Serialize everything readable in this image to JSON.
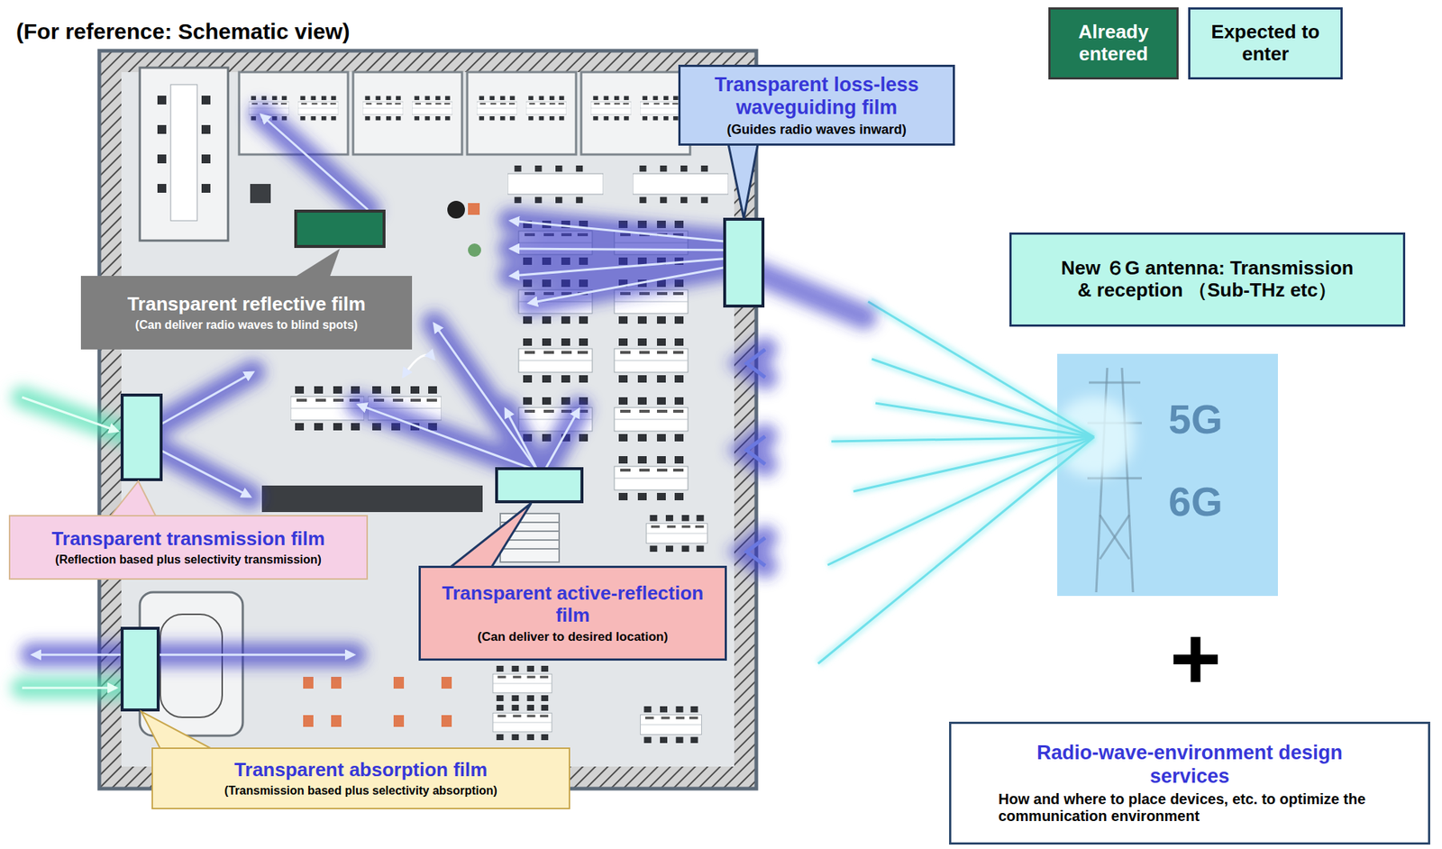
{
  "diagram": {
    "title": "(For reference: Schematic view)",
    "nodes": [
      {
        "text": [
          "Transparent loss-less waveguiding film",
          "(Guides radio waves inward)"
        ]
      },
      {
        "text": [
          "New ６G antenna: Transmission & reception （Sub-THz etc）"
        ]
      },
      {
        "text": [
          "Transparent reflective film",
          "(Can deliver radio waves to blind spots)"
        ]
      },
      {
        "text": [
          "Transparent transmission film",
          "(Reflection based plus selectivity transmission)"
        ]
      },
      {
        "text": [
          "Transparent active-reflection film",
          "(Can deliver to desired location)"
        ]
      },
      {
        "text": [
          "Transparent absorption film",
          "(Transmission based plus selectivity absorption)"
        ]
      },
      {
        "text": [
          "Radio-wave-environment design services",
          "How and where to place devices, etc. to optimize the communication environment"
        ]
      }
    ],
    "labels": [
      "5G",
      "6G",
      "+"
    ],
    "legend": [
      {
        "text": "Already entered",
        "color": "#1e7a55"
      },
      {
        "text": "Expected to enter",
        "color": "#bff5ec"
      }
    ]
  }
}
